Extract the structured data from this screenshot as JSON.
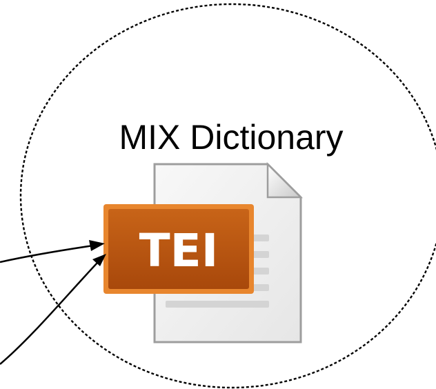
{
  "diagram": {
    "title": "MIX Dictionary",
    "file_icon": {
      "icon": "document-icon",
      "badge_label": "TEI",
      "badge_color": "#b5530e",
      "badge_border_color": "#e8862e",
      "page_color": "#f1f1f1",
      "line_color": "#d4d4d4"
    },
    "boundary": {
      "style": "dashed",
      "shape": "circle"
    },
    "connectors": {
      "count": 2,
      "color": "#000000",
      "arrowheads": "filled"
    }
  }
}
